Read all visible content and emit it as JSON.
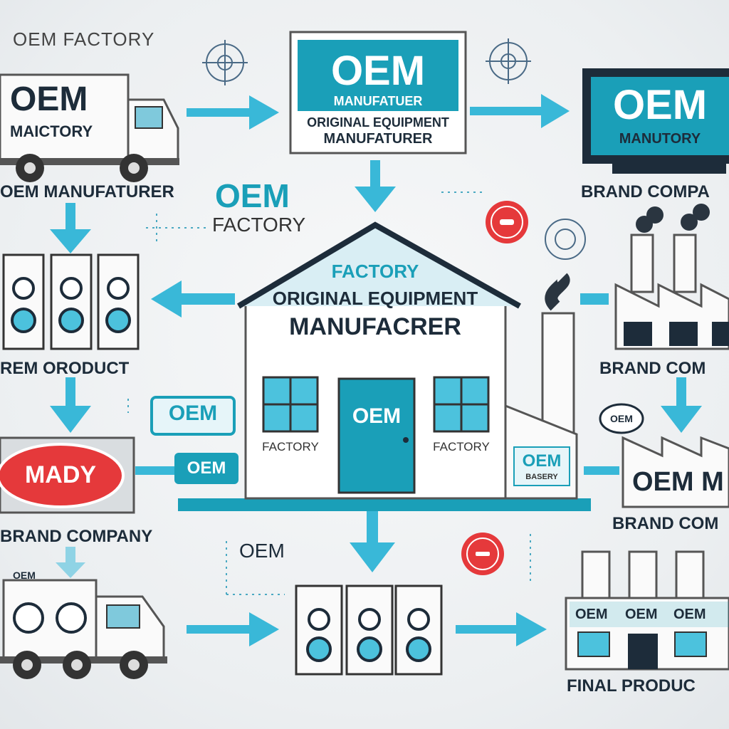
{
  "header": {
    "title": "OEM FACTORY"
  },
  "truck_top": {
    "brand": "OEM",
    "sub": "MAICTORY",
    "caption": "OEM MANUFATURER"
  },
  "center_sign": {
    "brand": "OEM",
    "line1": "MANUFATUER",
    "line2": "ORIGINAL EQUIPMENT",
    "line3": "MANUFATURER"
  },
  "monitor": {
    "brand": "OEM",
    "sub": "MANUTORY",
    "caption": "BRAND COMPA"
  },
  "mid_label": {
    "brand": "OEM",
    "sub": "FACTORY"
  },
  "house": {
    "line1": "FACTORY",
    "line2": "ORIGINAL EQUIPMENT",
    "line3": "MANUFACRER",
    "door_label": "OEM",
    "left_window_label": "FACTORY",
    "right_window_label": "FACTORY",
    "side_tag": "OEM",
    "side_tag_sub": "BASERY"
  },
  "left_column": {
    "product_caption": "REM ORODUCT",
    "oem_badge": "OEM",
    "oem_badge_small": "OEM",
    "sign_text": "MADY",
    "brand_caption": "BRAND COMPANY",
    "small_label": "OEM",
    "truck_tag": "OEM"
  },
  "right_column": {
    "caption_1": "BRAND COM",
    "round_badge": "OEM",
    "factory_sign": "OEM M",
    "caption_2": "BRAND COM",
    "final_labels": [
      "OEM",
      "OEM",
      "OEM"
    ],
    "final_caption": "FINAL PRODUC"
  },
  "colors": {
    "teal": "#1a9fb8",
    "dark": "#1d2c3a",
    "red": "#e5393b",
    "arrow": "#39b8d8"
  },
  "icons": [
    "gear-target-icon",
    "gear-target-icon",
    "red-badge-icon",
    "red-badge-icon",
    "target-icon"
  ]
}
